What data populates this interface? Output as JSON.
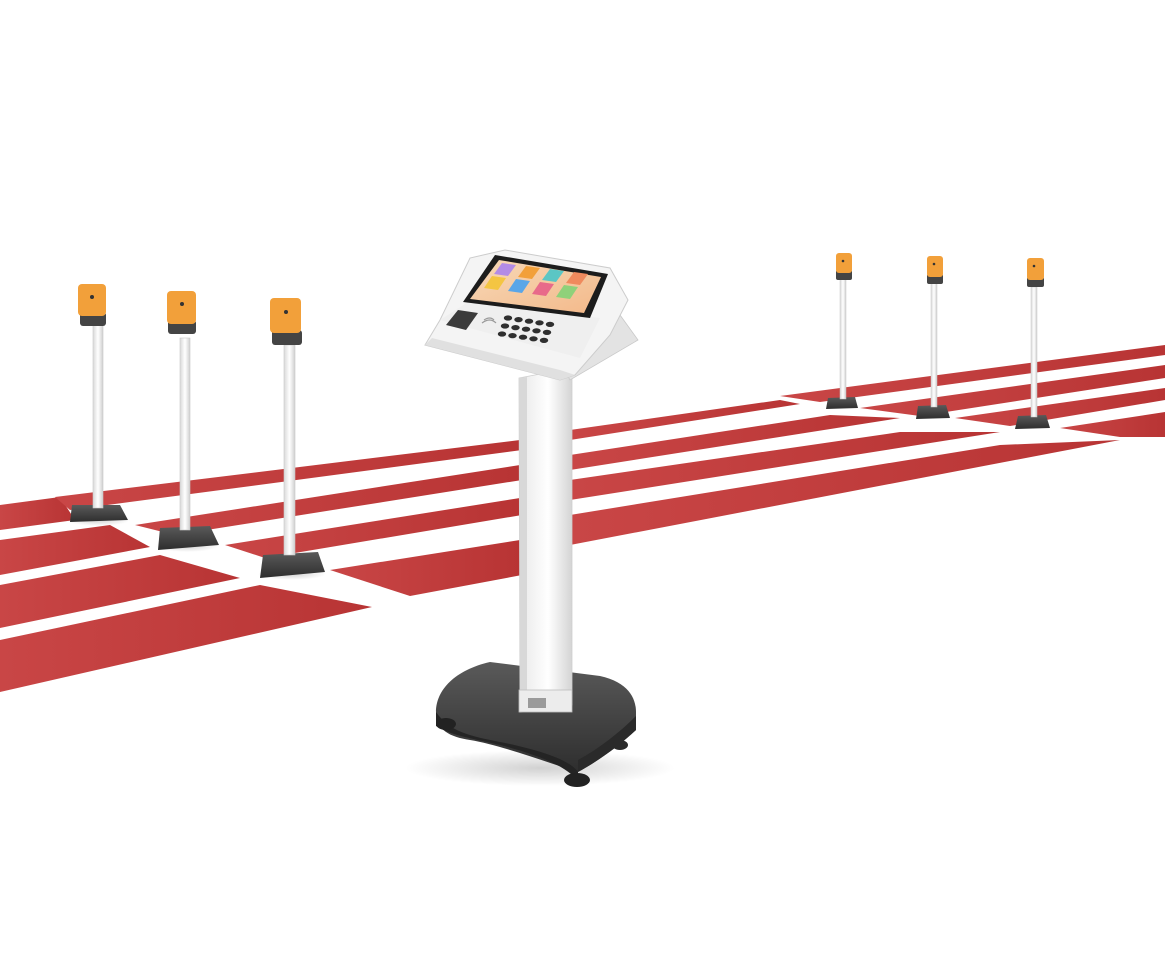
{
  "scene": {
    "background_color": "#ffffff",
    "track_color": "#c43c3c",
    "track_line_color": "#ffffff",
    "sensor_head_color": "#f2a03a",
    "sensor_pole_color": "#f1f1f1",
    "sensor_base_color": "#3a3a3a",
    "kiosk_body_color": "#f4f4f4",
    "kiosk_base_color": "#3b3b3b",
    "sensor_pole_count_left": 3,
    "sensor_pole_count_right": 3,
    "keypad_key_count": 15,
    "screen_tile_colors": [
      "#f4c542",
      "#5aa6e8",
      "#e86a8a",
      "#8fd17a",
      "#b38be6",
      "#f2a03a",
      "#5bc6c4",
      "#f08a5d"
    ]
  }
}
